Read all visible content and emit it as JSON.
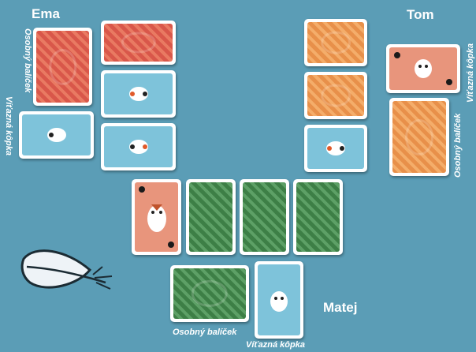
{
  "players": {
    "ema": {
      "name": "Ema",
      "personal_pile_label": "Osobný balíček",
      "winning_pile_label": "Víťazná kôpka"
    },
    "tom": {
      "name": "Tom",
      "personal_pile_label": "Osobný balíček",
      "winning_pile_label": "Víťazná kôpka"
    },
    "matej": {
      "name": "Matej",
      "personal_pile_label": "Osobný balíček",
      "winning_pile_label": "Víťazná kôpka"
    }
  },
  "colors": {
    "background": "#5b9db6",
    "ema_back": "#d9574a",
    "tom_back": "#e8904a",
    "matej_back": "#3d7f46",
    "blue_face": "#7ec3da",
    "salmon_face": "#e8957c"
  },
  "icons": [
    "feather-icon",
    "bird-icon",
    "card-back-pattern"
  ]
}
